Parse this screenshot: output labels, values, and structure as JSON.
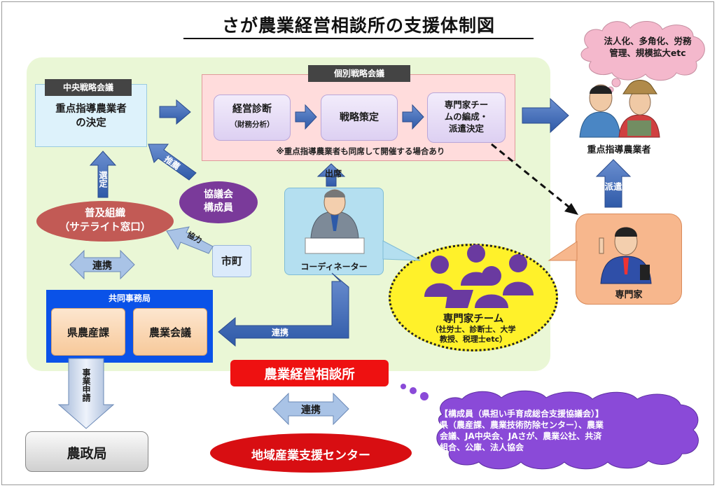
{
  "title": "さが農業経営相談所の支援体制図",
  "central_meeting": {
    "label": "中央戦略会議",
    "text_lines": [
      "重点指導農業者",
      "の決定"
    ]
  },
  "individual_meeting": {
    "label": "個別戦略会議",
    "steps": [
      {
        "title": "経営診断",
        "sub": "（財務分析）"
      },
      {
        "title": "戦略策定"
      },
      {
        "title_lines": [
          "専門家チー",
          "ムの編成・",
          "派遣決定"
        ]
      }
    ],
    "note": "※重点指導農業者も同席して開催する場合あり"
  },
  "fukyu": {
    "lines": [
      "普及組織",
      "（サテライト窓口）"
    ]
  },
  "kyogikai": {
    "lines": [
      "協議会",
      "構成員"
    ]
  },
  "shicho": "市町",
  "kyodo": {
    "label": "共同事務局",
    "kenno": "県農産課",
    "noka": "農業会議"
  },
  "coordinator": "コーディネーター",
  "team": {
    "title": "専門家チーム",
    "sub_lines": [
      "（社労士、診断士、大学",
      "教授、税理士etc）"
    ]
  },
  "expert": "専門家",
  "farmer": "重点指導農業者",
  "cloud_top": {
    "lines": [
      "法人化、多角化、労務",
      "管理、規模拡大etc"
    ]
  },
  "soudan": "農業経営相談所",
  "chiiki": "地域産業支援センター",
  "noseikyoku": "農政局",
  "members": {
    "lines": [
      "【構成員（県担い手育成総合支援協議会）】",
      "県（農産課、農業技術防除センター）、農業",
      "会議、JA中央会、JAさが、農業公社、共済",
      "組合、公庫、法人協会"
    ]
  },
  "arrow_labels": {
    "sentei": "選定",
    "suisen": "推薦",
    "renkei_left": "連携",
    "kyoryoku": "協力",
    "shusseki": "出席",
    "renkei_center": "連携",
    "haken": "派遣",
    "jigyo_shinsei": "事業申請",
    "renkei_bottom": "連携"
  },
  "colors": {
    "green_area": "#eaf7d6",
    "arrow_blue": "#3b67b6",
    "dark_navy": "#17325f",
    "red": "#ee1111",
    "purple": "#7a3a9a",
    "yellow": "#fff12a"
  }
}
